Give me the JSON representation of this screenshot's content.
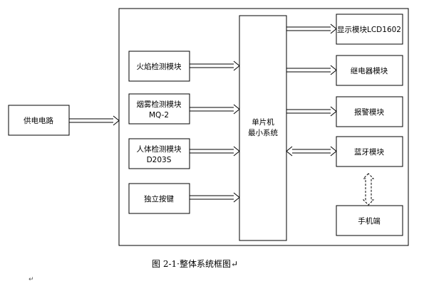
{
  "diagram": {
    "power_supply": "供电电路",
    "flame_module": "火焰检测模块",
    "smoke_module": {
      "line1": "烟雾检测模块",
      "line2": "MQ-2"
    },
    "human_module": {
      "line1": "人体检测模块",
      "line2": "D203S"
    },
    "key_module": "独立按键",
    "mcu": {
      "line1": "单片机",
      "line2": "最小系统"
    },
    "display_module": "显示模块LCD1602",
    "relay_module": "继电器模块",
    "alarm_module": "报警模块",
    "bluetooth_module": "蓝牙模块",
    "phone": "手机端"
  },
  "caption": "图 2-1·整体系统框图↵",
  "paragraph_mark": "↵"
}
